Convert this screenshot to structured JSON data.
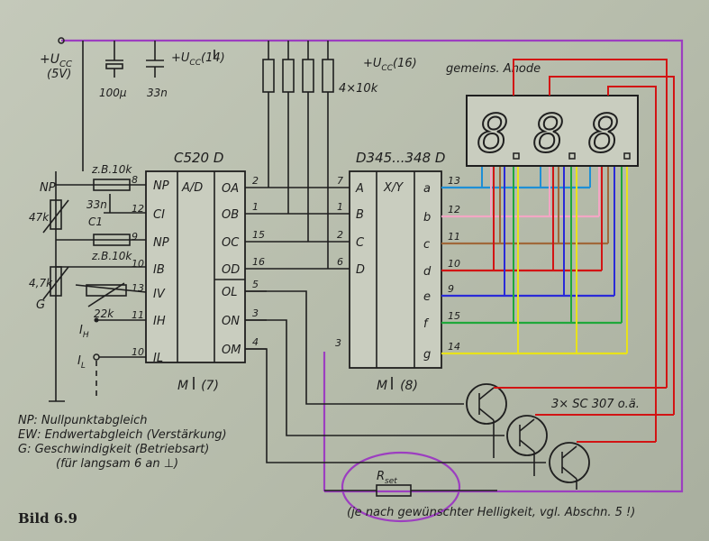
{
  "figure_caption": "Bild 6.9",
  "supply": {
    "ucc_label": "+U",
    "ucc_sub": "CC",
    "ucc_volt": "(5V)",
    "cap1": "100µ",
    "cap2": "33n",
    "ucc14": "+U",
    "ucc14_pin": "(14)",
    "ucc16": "+U",
    "ucc16_pin": "(16)"
  },
  "resistor_array_label": "4×10k",
  "display_label": "gemeins. Anode",
  "chip_adc": {
    "name": "C520 D",
    "center": "A/D",
    "left_pins": [
      "NP",
      "CI",
      "NP",
      "IB",
      "IV",
      "IH",
      "IL"
    ],
    "left_nums": [
      "8",
      "12",
      "9",
      "10",
      "13",
      "11",
      "10"
    ],
    "right_pins": [
      "OA",
      "OB",
      "OC",
      "OD",
      "OL",
      "ON",
      "OM"
    ],
    "right_nums": [
      "2",
      "1",
      "15",
      "16",
      "5",
      "3",
      "4"
    ],
    "gnd": "M",
    "gnd_pin": "(7)"
  },
  "chip_decoder": {
    "name": "D345...348 D",
    "center": "X/Y",
    "left_pins": [
      "A",
      "B",
      "C",
      "D"
    ],
    "left_nums": [
      "7",
      "1",
      "2",
      "6"
    ],
    "right_pins": [
      "a",
      "b",
      "c",
      "d",
      "e",
      "f",
      "g"
    ],
    "right_nums": [
      "13",
      "12",
      "11",
      "10",
      "9",
      "15",
      "14"
    ],
    "extra_pin": "3",
    "gnd": "M",
    "gnd_pin": "(8)"
  },
  "components": {
    "np_label": "NP",
    "pot1": "47k",
    "r1": "z.B.10k",
    "c_33n": "33n",
    "c1": "C1",
    "r2": "z.B.10k",
    "pot2": "4,7k",
    "g_label": "G",
    "pot3": "22k",
    "ih": "I",
    "ih_sub": "H",
    "il": "I",
    "il_sub": "L",
    "transistors": "3× SC 307 o.ä.",
    "rset": "R",
    "rset_sub": "set",
    "rset_note": "(je nach gewünschter Helligkeit, vgl. Abschn. 5 !)"
  },
  "legend": [
    "NP: Nullpunktabgleich",
    "EW: Endwertabgleich (Verstärkung)",
    "G: Geschwindigkeit (Betriebsart)",
    "(für langsam 6 an ⊥)"
  ],
  "colors": {
    "a": "#1e8fd6",
    "b": "#f3a6c4",
    "c": "#a0683a",
    "d": "#d21414",
    "e": "#2a2ad8",
    "f": "#1fa83a",
    "g": "#e8e21a",
    "anode": "#d21414",
    "highlight": "#9c3ec0"
  }
}
